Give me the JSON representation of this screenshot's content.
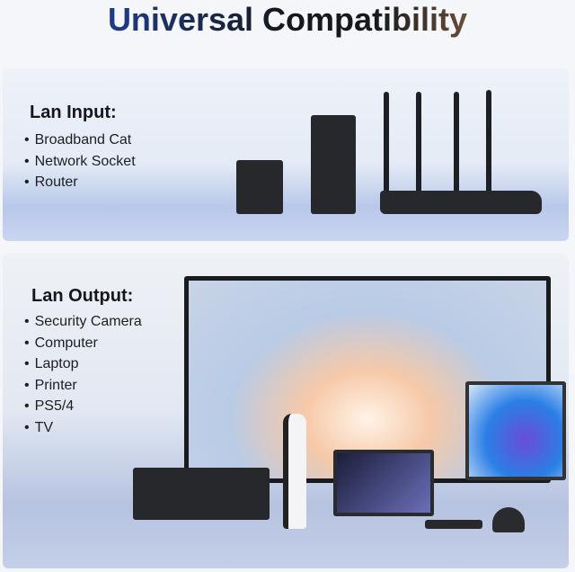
{
  "title": "Universal Compatibility",
  "input": {
    "heading": "Lan Input:",
    "items": [
      "Broadband Cat",
      "Network Socket",
      "Router"
    ]
  },
  "output": {
    "heading": "Lan Output:",
    "items": [
      "Security Camera",
      "Computer",
      "Laptop",
      "Printer",
      "PS5/4",
      "TV"
    ]
  },
  "colors": {
    "title_start": "#1f3b82",
    "title_mid": "#15171c",
    "title_end": "#7a5a3e"
  }
}
